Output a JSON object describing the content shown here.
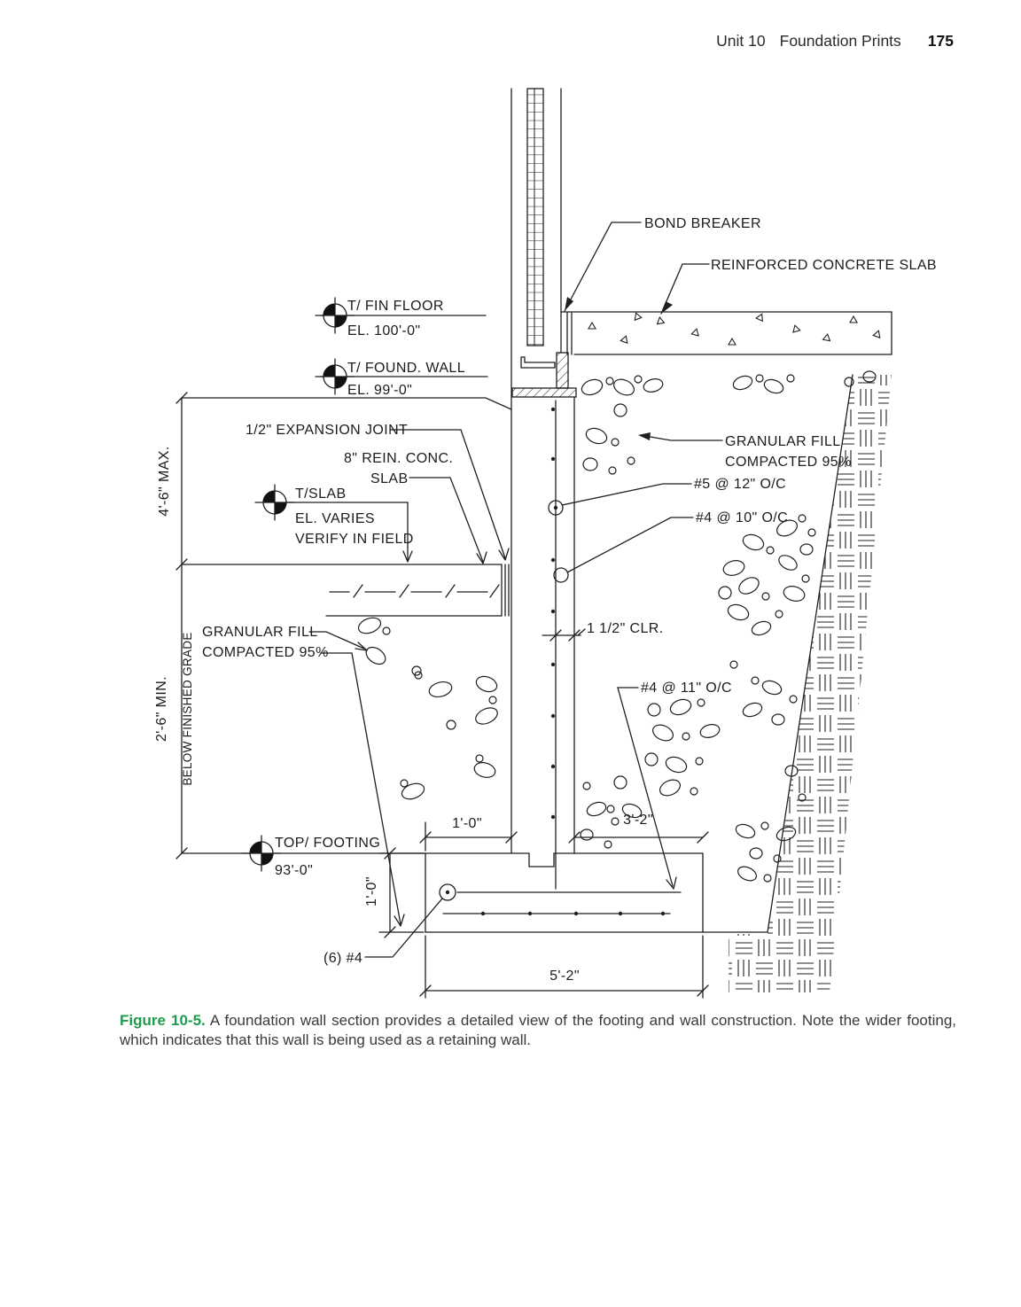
{
  "page": {
    "header": {
      "unit_label": "Unit 10",
      "section_title": "Foundation Prints",
      "page_number": "175"
    },
    "caption": {
      "figure_label": "Figure 10-5.",
      "text": " A foundation wall section provides a detailed view of the footing and wall construction. Note the wider footing, which indicates that this wall is being used as a retaining wall."
    },
    "colors": {
      "figure_label_green": "#1d9c4e",
      "line_color": "#1f1f1f"
    }
  },
  "drawing": {
    "labels": {
      "bond_breaker": "BOND BREAKER",
      "reinforced_concrete_slab": "REINFORCED CONCRETE SLAB",
      "expansion_joint": "1/2\" EXPANSION JOINT",
      "rein_conc_slab_line1": "8\" REIN. CONC.",
      "rein_conc_slab_line2": "SLAB",
      "granular_fill_right_line1": "GRANULAR FILL",
      "granular_fill_right_line2": "COMPACTED 95%",
      "granular_fill_left_line1": "GRANULAR FILL",
      "granular_fill_left_line2": "COMPACTED 95%",
      "bar_5_at_12": "#5 @ 12\" O/C",
      "bar_4_at_10": "#4 @ 10\" O/C",
      "bar_4_at_11": "#4 @ 11\" O/C",
      "clearance": "1 1/2\" CLR.",
      "footing_bars": "(6) #4"
    },
    "elevation_markers": [
      {
        "name": "T/ FIN FLOOR",
        "elevation": "EL. 100'-0\""
      },
      {
        "name": "T/ FOUND. WALL",
        "elevation": "EL. 99'-0\""
      },
      {
        "name": "T/SLAB",
        "elevation": "EL. VARIES",
        "note": "VERIFY IN FIELD"
      },
      {
        "name": "TOP/ FOOTING",
        "elevation": "93'-0\""
      }
    ],
    "dimensions": {
      "wall_height_max": "4'-6\" MAX.",
      "depth_min": "2'-6\" MIN.",
      "depth_note": "BELOW FINISHED GRADE",
      "footing_heel": "1'-0\"",
      "footing_toe": "3'-2\"",
      "footing_thickness": "1'-0\"",
      "footing_width": "5'-2\""
    }
  }
}
